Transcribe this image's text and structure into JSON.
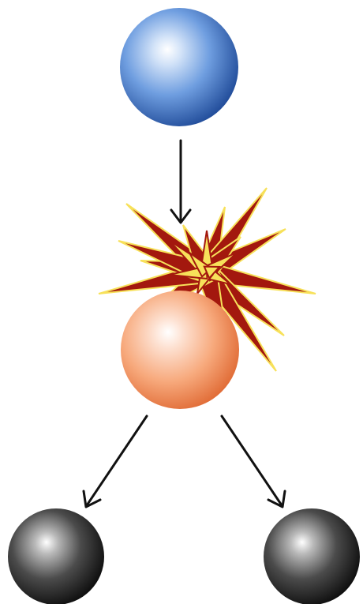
{
  "diagram": {
    "nodes": [
      {
        "id": "incoming-particle",
        "role": "incoming",
        "color": "#3f74c9"
      },
      {
        "id": "target-particle",
        "role": "target",
        "color": "#f28a55"
      },
      {
        "id": "product-particle-left",
        "role": "product",
        "color": "#2b2b2b"
      },
      {
        "id": "product-particle-right",
        "role": "product",
        "color": "#2b2b2b"
      }
    ],
    "edges": [
      {
        "from": "incoming-particle",
        "to": "target-particle"
      },
      {
        "from": "target-particle",
        "to": "product-particle-left"
      },
      {
        "from": "target-particle",
        "to": "product-particle-right"
      }
    ],
    "effect": {
      "type": "collision-burst",
      "outer_color": "#a3180e",
      "inner_color": "#f7e15a"
    }
  }
}
